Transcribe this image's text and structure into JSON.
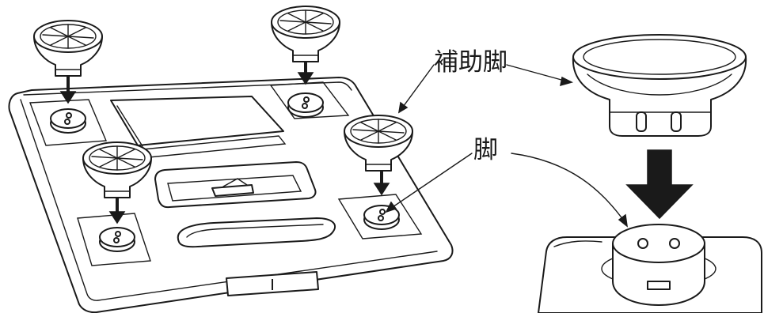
{
  "labels": {
    "auxiliary_foot": "補助脚",
    "foot": "脚"
  },
  "scale_panel_mark": "I",
  "icons": {
    "auxiliary_foot": "auxiliary-foot-icon",
    "foot": "foot-icon",
    "arrow": "down-arrow-icon",
    "scale": "scale-base-icon"
  }
}
